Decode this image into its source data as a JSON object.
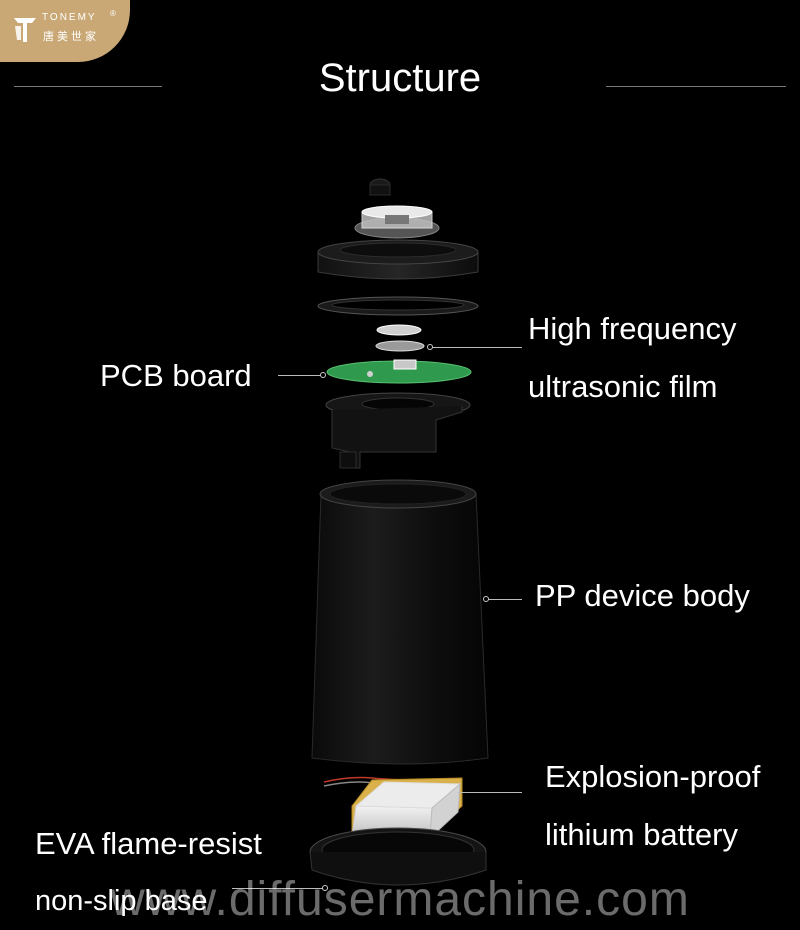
{
  "logo": {
    "brand_en": "TONEMY",
    "brand_cn": "唐美世家",
    "registered": "®"
  },
  "title": "Structure",
  "labels": {
    "pcb": "PCB board",
    "film_line1": "High frequency",
    "film_line2": "ultrasonic film",
    "body": "PP device body",
    "battery_line1": "Explosion-proof",
    "battery_line2": "lithium battery",
    "base_line1": "EVA flame-resist",
    "base_line2": "non-slip base"
  },
  "watermark": "www.diffusermachine.com",
  "colors": {
    "background": "#000000",
    "logo_gold": "#c9a875",
    "pcb_green": "#2f9a4e",
    "battery_gold": "#d9b04a"
  }
}
